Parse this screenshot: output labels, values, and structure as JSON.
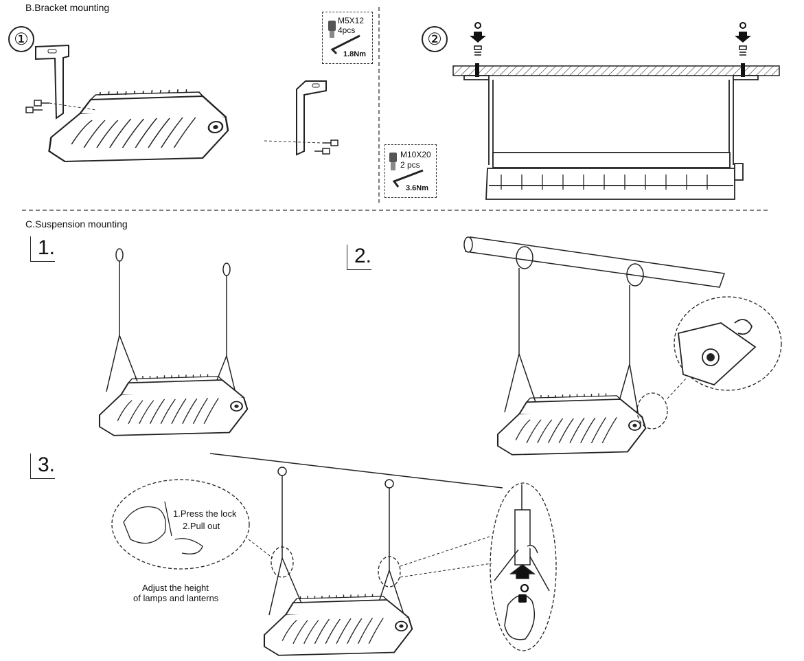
{
  "sections": {
    "bracket_title": "B.Bracket mounting",
    "suspension_title": "C.Suspension mounting"
  },
  "bracket": {
    "step1_marker": "①",
    "step2_marker": "②",
    "screw_m5": {
      "size": "M5X12",
      "count": "4pcs",
      "torque": "1.8Nm"
    },
    "screw_m10": {
      "size": "M10X20",
      "count": "2 pcs",
      "torque": "3.6Nm"
    }
  },
  "suspension": {
    "step1": "1.",
    "step2": "2.",
    "step3": "3.",
    "instr_press": "1.Press the lock",
    "instr_pull": "2.Pull out",
    "adjust_line1": "Adjust the height",
    "adjust_line2": "of lamps and lanterns"
  },
  "icons": [
    "rotate-icon",
    "down-arrow-icon",
    "hex-key-icon",
    "screw-icon"
  ]
}
